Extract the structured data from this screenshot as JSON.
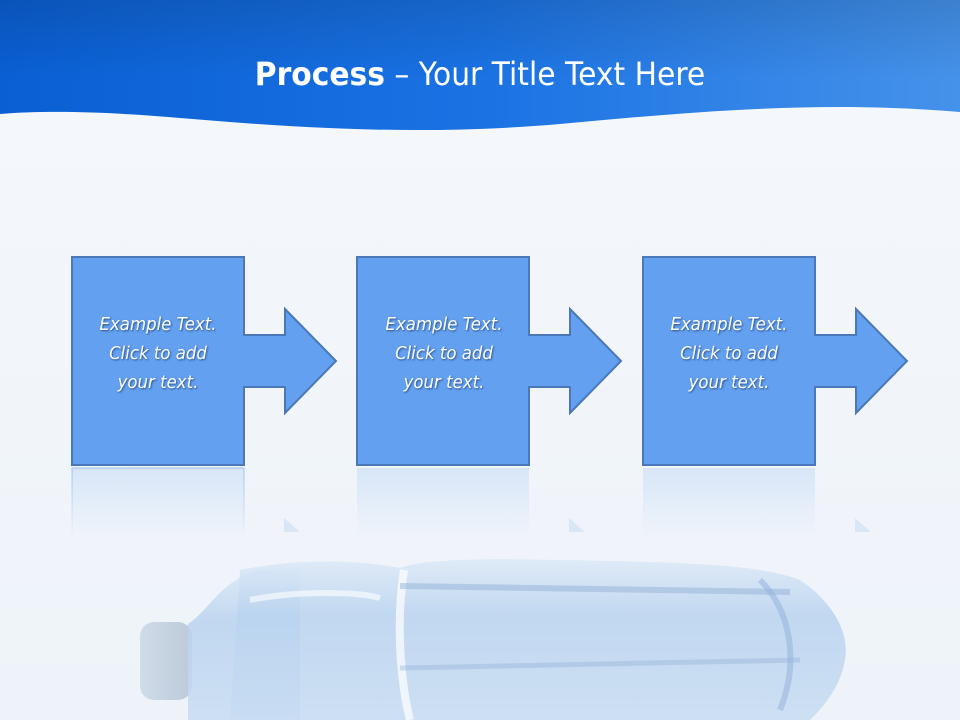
{
  "slide": {
    "title_bold": "Process",
    "title_rest": " – Your Title Text Here"
  },
  "steps": [
    {
      "text": "Example Text.\nClick  to add\nyour text."
    },
    {
      "text": "Example Text.\nClick  to add\nyour text."
    },
    {
      "text": "Example Text.\nClick  to add\nyour text."
    }
  ],
  "colors": {
    "header_dark": "#0b63d6",
    "header_light": "#3f8fe8",
    "step_fill": "#63a0ef",
    "step_stroke": "#4a78b8",
    "background": "#f2f6fb"
  },
  "decoration": {
    "bottom_image": "water-bottle"
  }
}
